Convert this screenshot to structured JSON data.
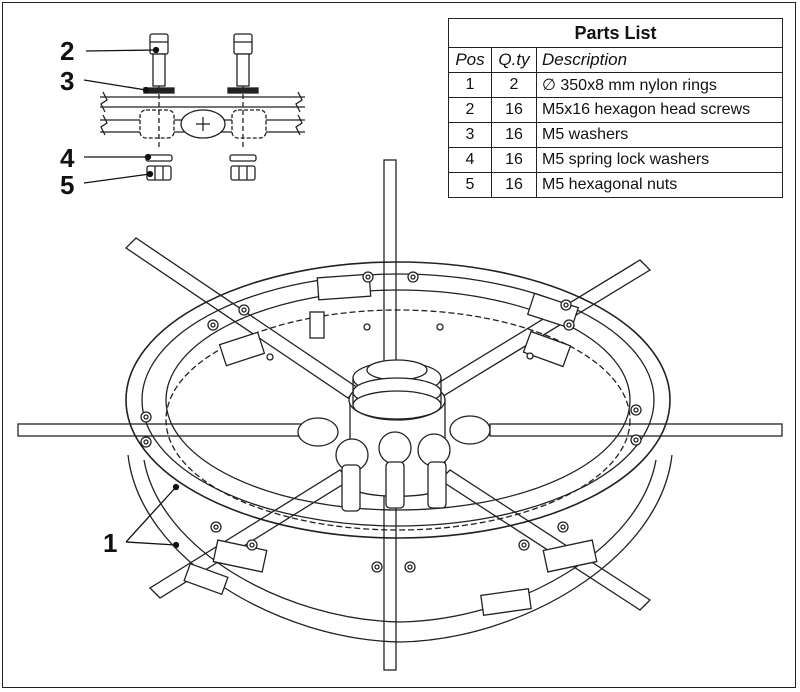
{
  "callouts": {
    "pos1": "1",
    "pos2": "2",
    "pos3": "3",
    "pos4": "4",
    "pos5": "5"
  },
  "parts_list": {
    "title": "Parts List",
    "headers": {
      "pos": "Pos",
      "qty": "Q.ty",
      "description": "Description"
    },
    "rows": [
      {
        "pos": "1",
        "qty": "2",
        "description": "∅ 350x8 mm nylon rings"
      },
      {
        "pos": "2",
        "qty": "16",
        "description": "M5x16 hexagon head screws"
      },
      {
        "pos": "3",
        "qty": "16",
        "description": "M5 washers"
      },
      {
        "pos": "4",
        "qty": "16",
        "description": "M5 spring lock washers"
      },
      {
        "pos": "5",
        "qty": "16",
        "description": "M5 hexagonal nuts"
      }
    ]
  }
}
